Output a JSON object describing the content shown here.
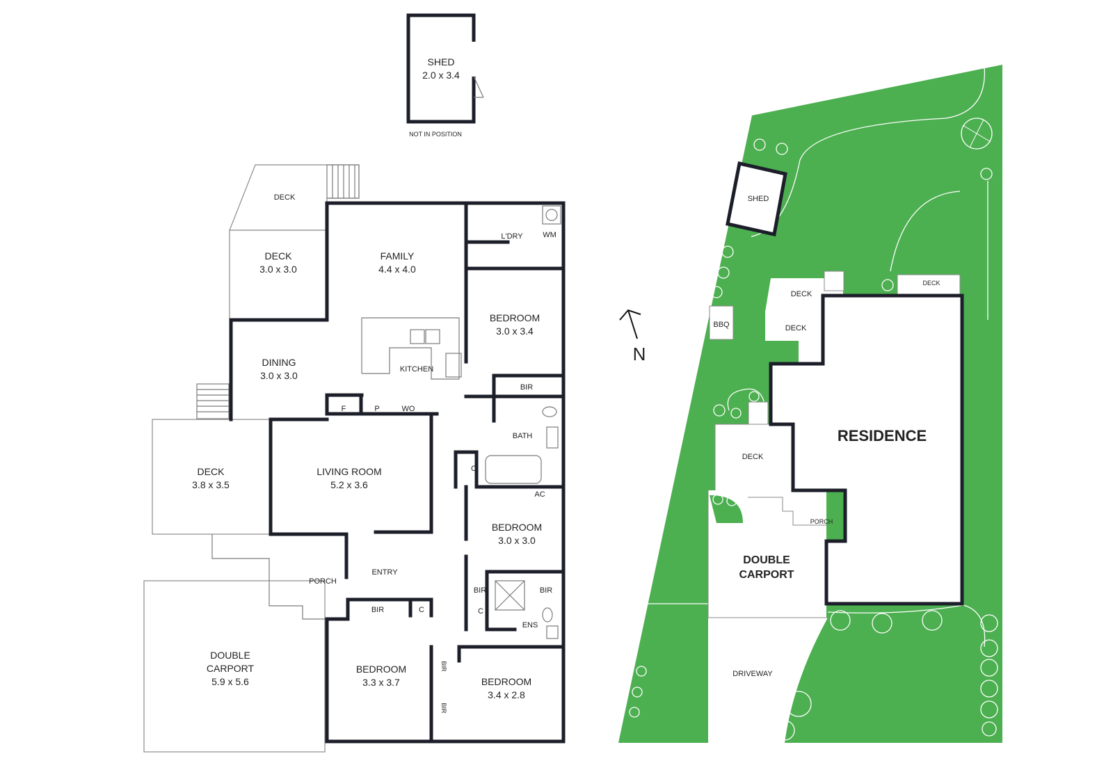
{
  "shed_detail": {
    "name": "SHED",
    "size": "2.0 x 3.4",
    "note": "NOT IN POSITION"
  },
  "rooms": {
    "deck_upper": {
      "name": "DECK"
    },
    "deck_west": {
      "name": "DECK",
      "size": "3.0 x 3.0"
    },
    "family": {
      "name": "FAMILY",
      "size": "4.4 x 4.0"
    },
    "laundry": {
      "name": "L'DRY"
    },
    "wm": {
      "name": "WM"
    },
    "bedroom_ne": {
      "name": "BEDROOM",
      "size": "3.0 x 3.4"
    },
    "dining": {
      "name": "DINING",
      "size": "3.0 x 3.0"
    },
    "kitchen": {
      "name": "KITCHEN"
    },
    "bir_ne": {
      "name": "BIR"
    },
    "f": {
      "name": "F"
    },
    "p": {
      "name": "P"
    },
    "wo": {
      "name": "WO"
    },
    "bath": {
      "name": "BATH"
    },
    "c_bath": {
      "name": "C"
    },
    "deck_lower": {
      "name": "DECK",
      "size": "3.8 x 3.5"
    },
    "living": {
      "name": "LIVING ROOM",
      "size": "5.2 x 3.6"
    },
    "ac": {
      "name": "AC"
    },
    "bedroom_mid": {
      "name": "BEDROOM",
      "size": "3.0 x 3.0"
    },
    "entry": {
      "name": "ENTRY"
    },
    "porch": {
      "name": "PORCH"
    },
    "bir_mid_left": {
      "name": "BIR"
    },
    "bir_mid_right": {
      "name": "BIR"
    },
    "bir_sw": {
      "name": "BIR"
    },
    "c_sw": {
      "name": "C"
    },
    "c_ens": {
      "name": "C"
    },
    "ens": {
      "name": "ENS"
    },
    "bedroom_sw": {
      "name": "BEDROOM",
      "size": "3.3 x 3.7"
    },
    "bir_v1": {
      "name": "BIR"
    },
    "bir_v2": {
      "name": "BIR"
    },
    "bedroom_se": {
      "name": "BEDROOM",
      "size": "3.4 x 2.8"
    },
    "carport": {
      "name": "DOUBLE\nCARPORT",
      "line1": "DOUBLE",
      "line2": "CARPORT",
      "size": "5.9 x 5.6"
    }
  },
  "compass": {
    "label": "N"
  },
  "site": {
    "shed": "SHED",
    "deck_a": "DECK",
    "deck_b": "DECK",
    "deck_c": "DECK",
    "deck_d": "DECK",
    "bbq": "BBQ",
    "residence": "RESIDENCE",
    "porch": "PORCH",
    "carport_line1": "DOUBLE",
    "carport_line2": "CARPORT",
    "driveway": "DRIVEWAY"
  },
  "colors": {
    "lawn": "#4caf50",
    "wall": "#1c1f2a",
    "background": "#ffffff"
  }
}
